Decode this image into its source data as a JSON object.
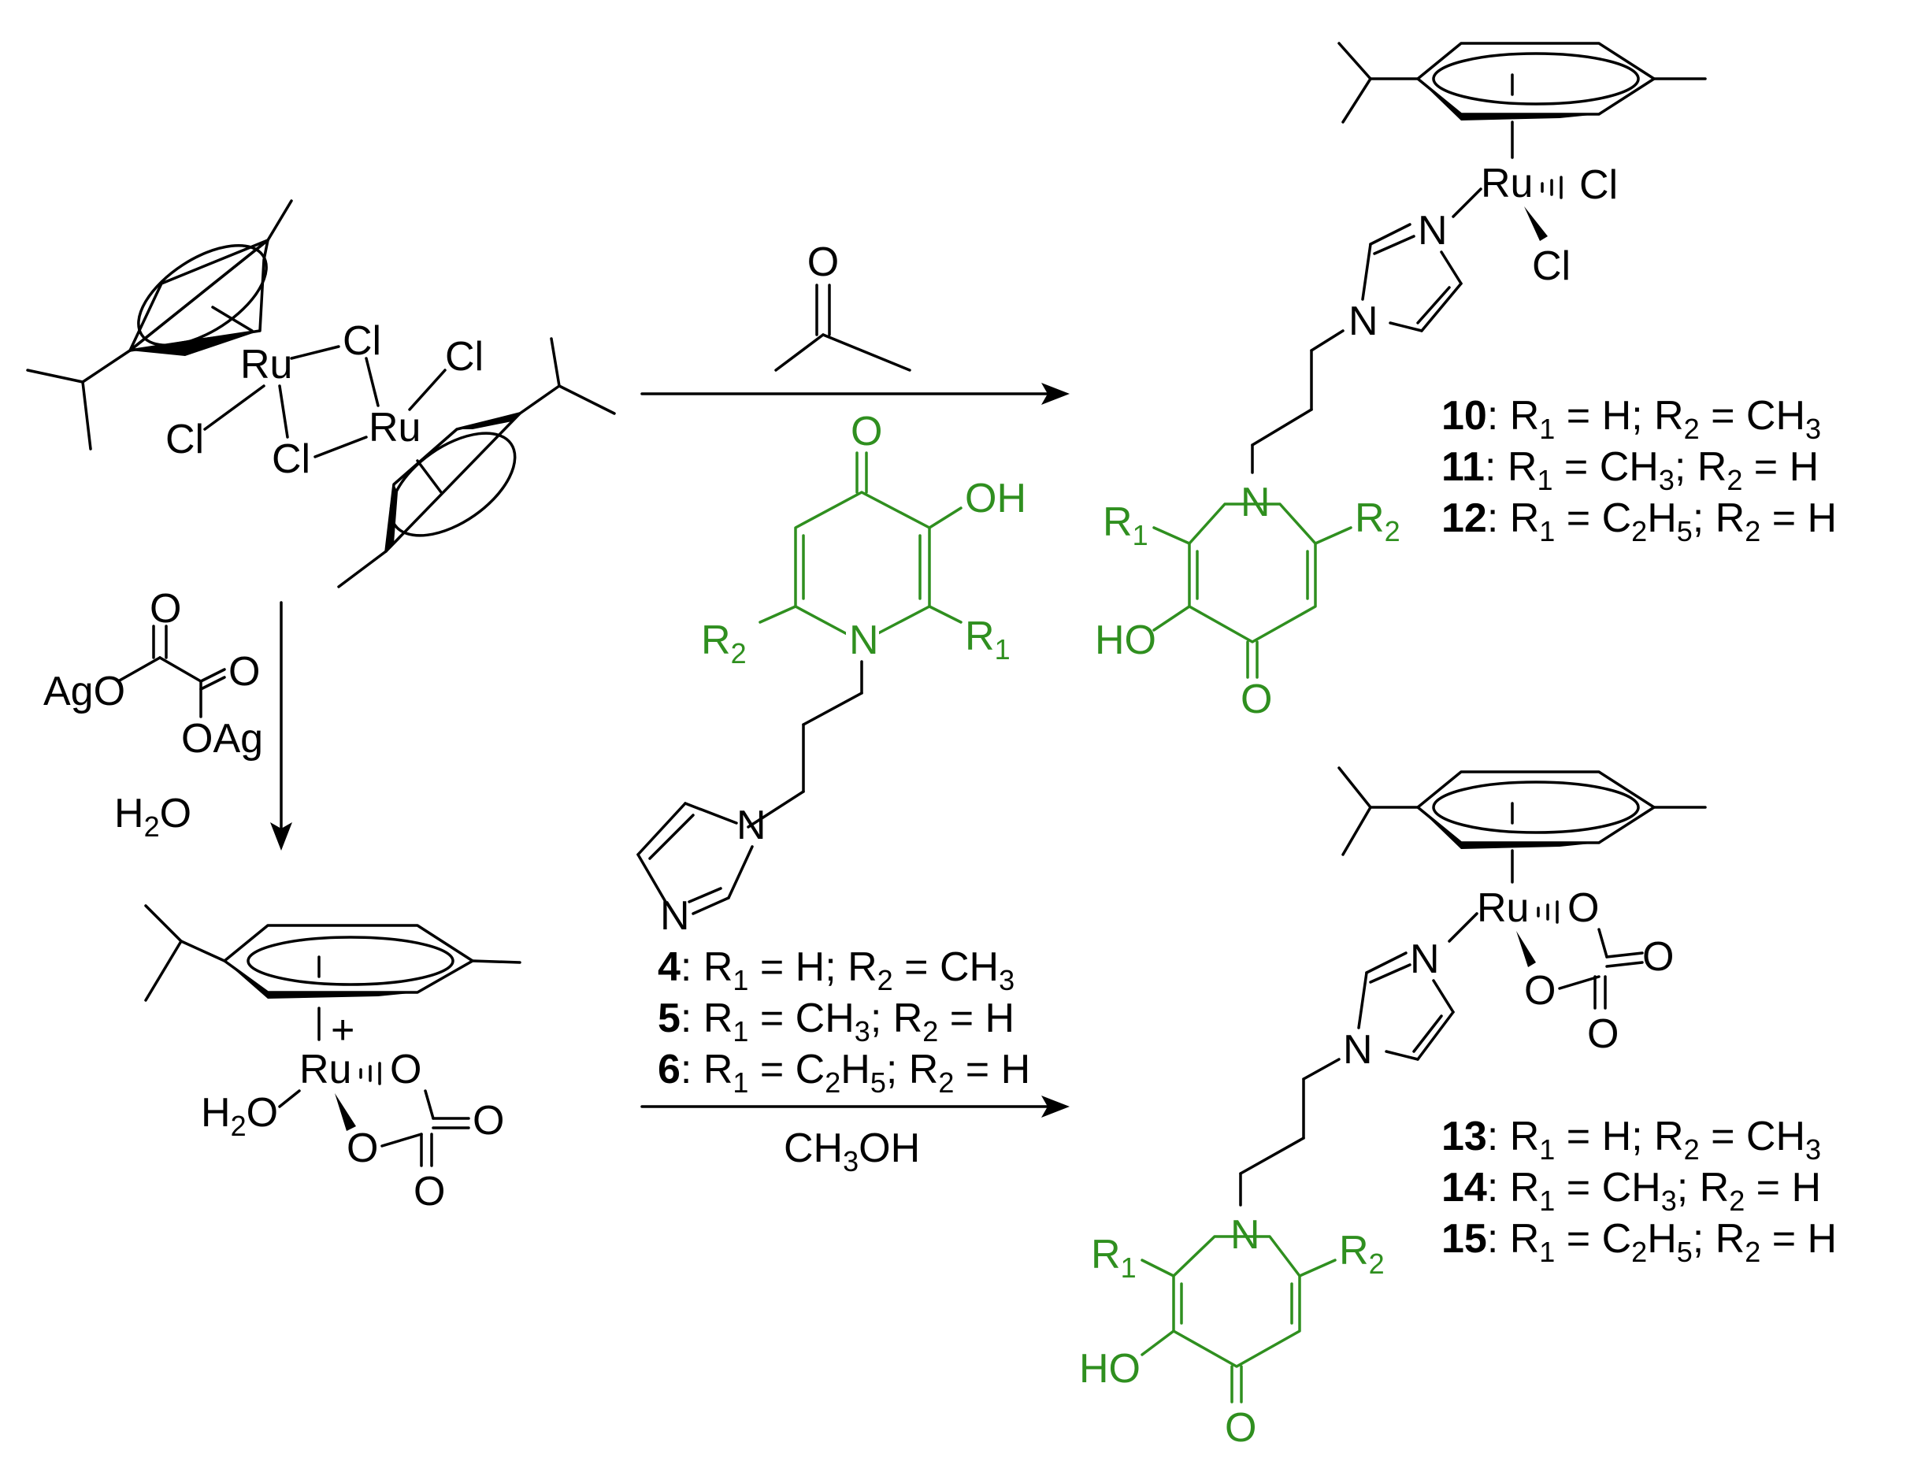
{
  "colors": {
    "ink": "#000000",
    "ligand": "#2f8f1f"
  },
  "atoms": {
    "ru": "Ru",
    "cl": "Cl",
    "o": "O",
    "n": "N",
    "oh": "OH",
    "ho": "HO",
    "oag": "OAg",
    "ago": "AgO",
    "h2o_h": "H",
    "h2o_2": "2",
    "h2o_o": "O",
    "plus": "+"
  },
  "reagents": {
    "water": {
      "h": "H",
      "two": "2",
      "o": "O"
    },
    "methanol": {
      "ch": "CH",
      "three": "3",
      "oh": "OH"
    }
  },
  "labels": {
    "r1": {
      "r": "R",
      "i": "1"
    },
    "r2": {
      "r": "R",
      "i": "2"
    }
  },
  "compounds": {
    "ligands": [
      {
        "id": "4",
        "text": ": R",
        "sub1": "1",
        "text2": " = H; R",
        "sub2": "2",
        "text3": " = CH",
        "sub3": "3",
        "text4": ""
      },
      {
        "id": "5",
        "text": ": R",
        "sub1": "1",
        "text2": " = CH",
        "sub2": "3",
        "text3": "; R",
        "sub3": "2",
        "text4": " = H"
      },
      {
        "id": "6",
        "text": ": R",
        "sub1": "1",
        "text2": " = C",
        "sub2": "2",
        "text3": "H",
        "sub3": "5",
        "text4": "; R",
        "sub4": "2",
        "text5": " = H"
      }
    ],
    "chlorido": [
      {
        "id": "10",
        "text": ": R",
        "sub1": "1",
        "text2": " = H; R",
        "sub2": "2",
        "text3": " = CH",
        "sub3": "3",
        "text4": ""
      },
      {
        "id": "11",
        "text": ": R",
        "sub1": "1",
        "text2": " = CH",
        "sub2": "3",
        "text3": "; R",
        "sub3": "2",
        "text4": " = H"
      },
      {
        "id": "12",
        "text": ": R",
        "sub1": "1",
        "text2": " = C",
        "sub2": "2",
        "text3": "H",
        "sub3": "5",
        "text4": "; R",
        "sub4": "2",
        "text5": " = H"
      }
    ],
    "oxalato": [
      {
        "id": "13",
        "text": ": R",
        "sub1": "1",
        "text2": " = H; R",
        "sub2": "2",
        "text3": " = CH",
        "sub3": "3",
        "text4": ""
      },
      {
        "id": "14",
        "text": ": R",
        "sub1": "1",
        "text2": " = CH",
        "sub2": "3",
        "text3": "; R",
        "sub3": "2",
        "text4": " = H"
      },
      {
        "id": "15",
        "text": ": R",
        "sub1": "1",
        "text2": " = C",
        "sub2": "2",
        "text3": "H",
        "sub3": "5",
        "text4": "; R",
        "sub4": "2",
        "text5": " = H"
      }
    ]
  }
}
